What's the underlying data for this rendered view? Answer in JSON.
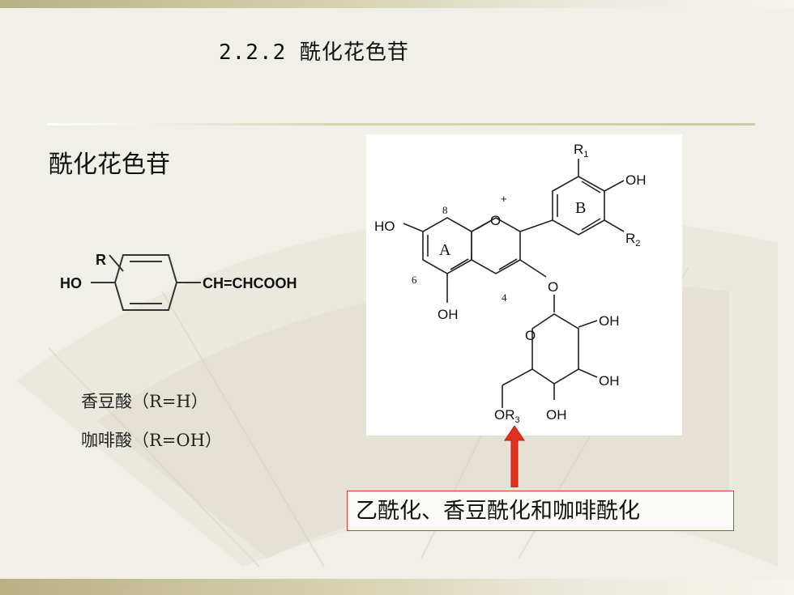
{
  "slide": {
    "title": "2.2.2 酰化花色苷",
    "subtitle": "酰化花色苷",
    "acid": {
      "substituent": "R",
      "hydroxy": "HO",
      "side_chain": "CH=CHCOOH",
      "examples": [
        "香豆酸（R=H）",
        "咖啡酸（R=OH）"
      ]
    },
    "anthocyanin": {
      "labels": {
        "r1": "R",
        "r1_sub": "1",
        "oh_b": "OH",
        "ring_b": "B",
        "r2": "R",
        "r2_sub": "2",
        "ho": "HO",
        "pos8": "8",
        "plus": "+",
        "o_ring": "O",
        "ring_a": "A",
        "pos6": "6",
        "pos4": "4",
        "o_glyco": "O",
        "oh_a": "OH",
        "o_sugar": "O",
        "oh_sugar1": "OH",
        "oh_sugar2": "OH",
        "oh_sugar3": "OH",
        "or3": "OR",
        "or3_sub": "3"
      }
    },
    "caption": "乙酰化、香豆酰化和咖啡酰化",
    "colors": {
      "arrow": "#e1321f",
      "caption_border": "#e23a2a"
    }
  }
}
